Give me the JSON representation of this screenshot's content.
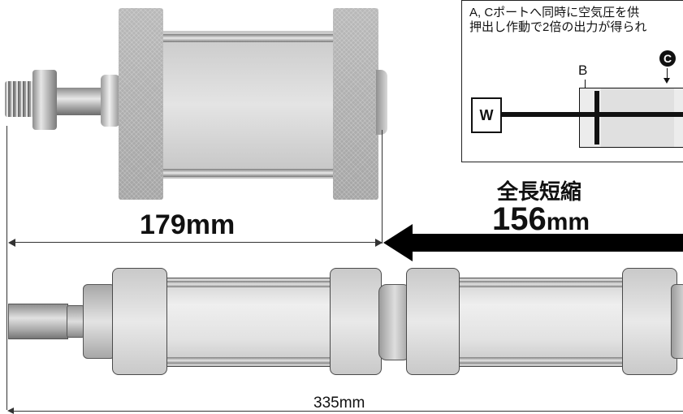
{
  "diagram": {
    "line1": "A, Cポートへ同時に空気圧を供",
    "line2": "押出し作動で2倍の出力が得られ",
    "label_b": "B",
    "port_c": "C",
    "w_label": "W"
  },
  "headline": {
    "line1": "全長短縮",
    "value": "156",
    "unit": "mm"
  },
  "dimensions": {
    "short_length": "179mm",
    "full_length": "335mm"
  },
  "colors": {
    "aluminum": "#c9c9c9",
    "arrow": "#000000",
    "text": "#111111"
  }
}
